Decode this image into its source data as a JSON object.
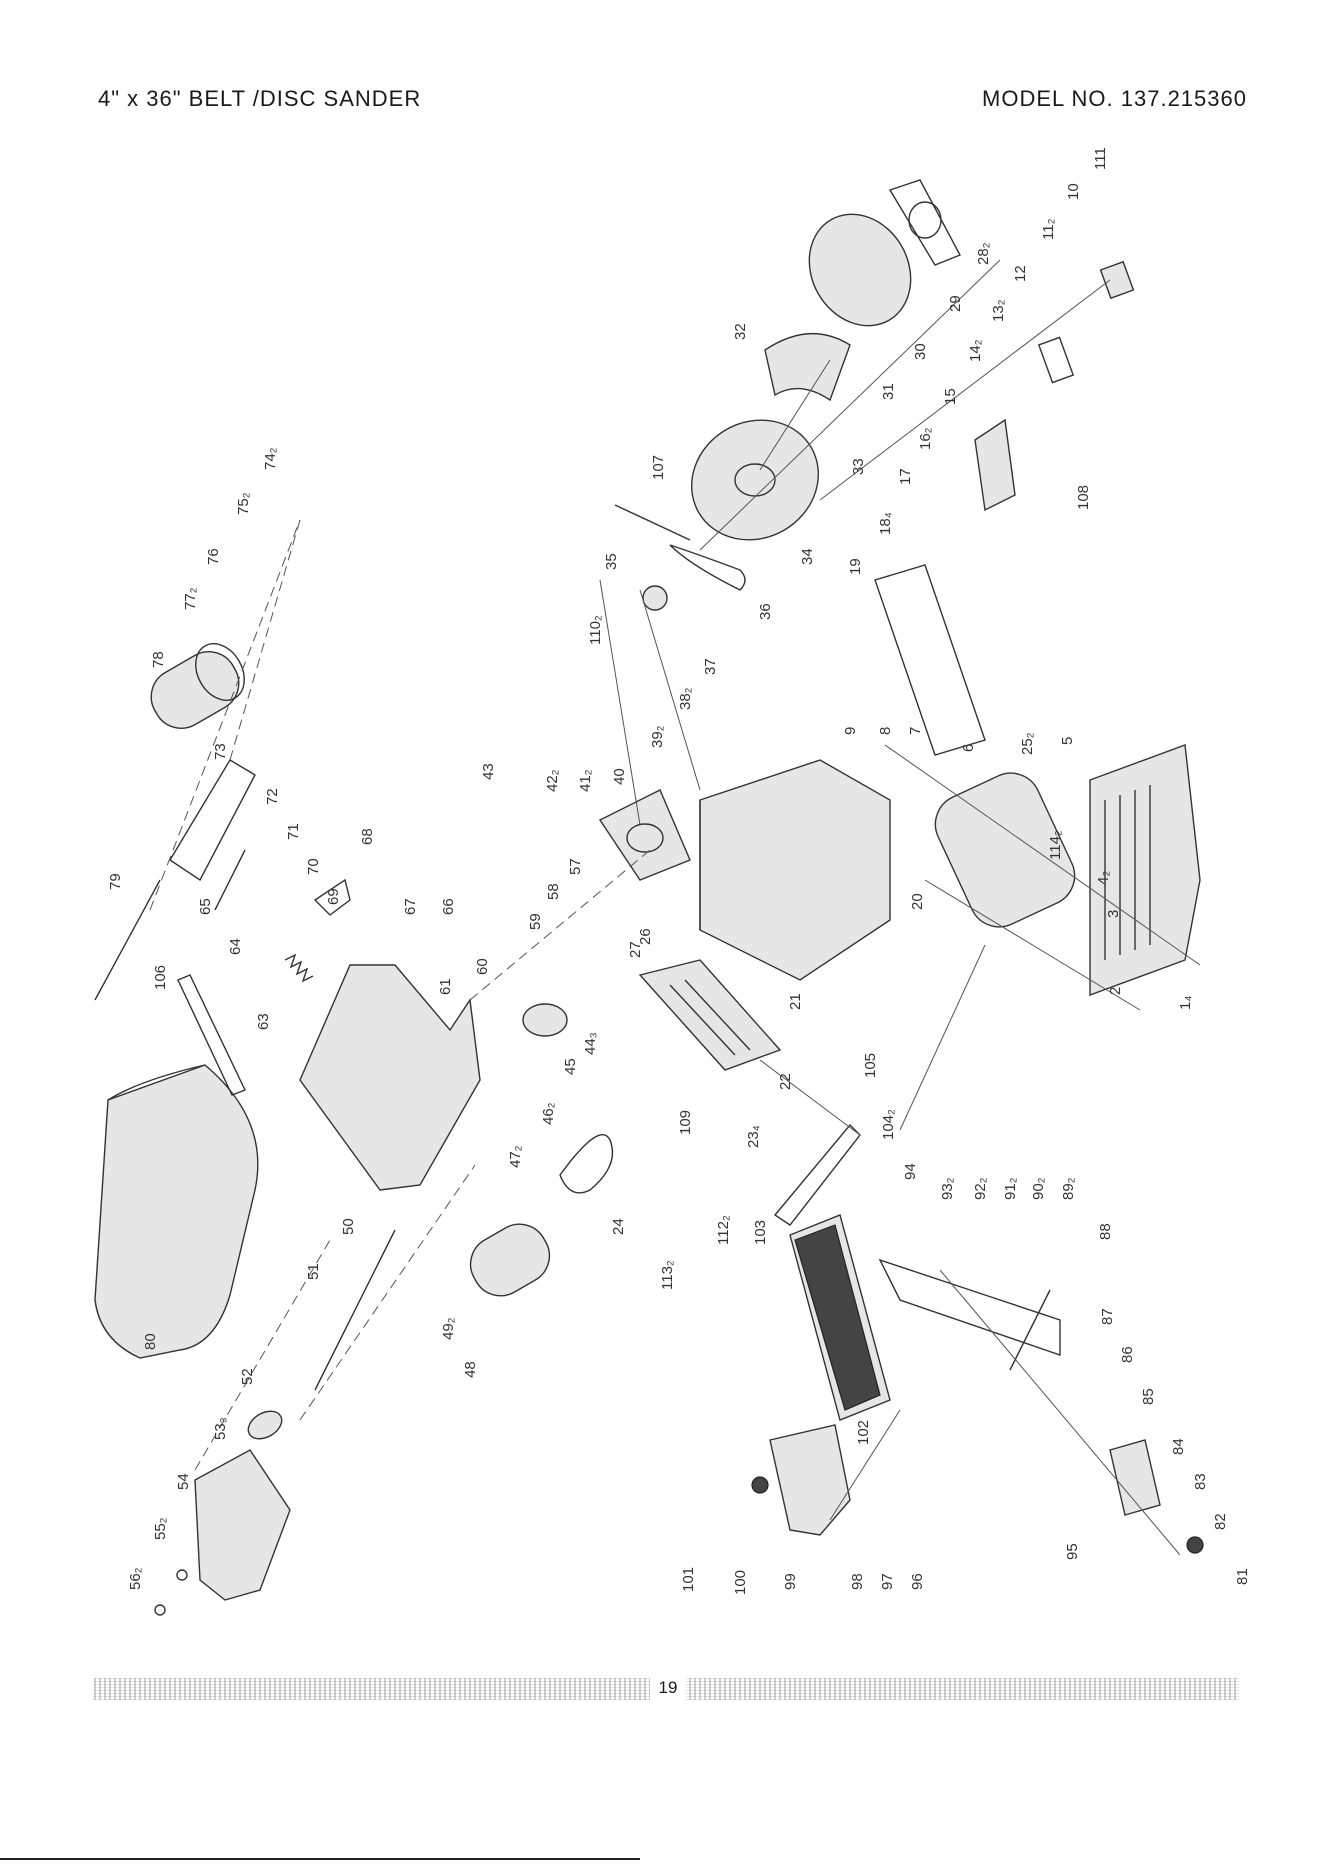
{
  "header": {
    "title": "4\" x 36\" BELT /DISC SANDER",
    "model": "MODEL NO. 137.215360"
  },
  "footer": {
    "page_number": "19"
  },
  "diagram": {
    "labels": [
      "1₄",
      "2",
      "3",
      "4₂",
      "5",
      "6",
      "7",
      "8",
      "9",
      "10",
      "11₂",
      "12",
      "13₂",
      "14₂",
      "15",
      "16₂",
      "17",
      "18₄",
      "19",
      "20",
      "21",
      "22",
      "23₄",
      "24",
      "25₂",
      "26",
      "27",
      "28₂",
      "29",
      "30",
      "31",
      "32",
      "33",
      "34",
      "35",
      "36",
      "37",
      "38₂",
      "39₂",
      "40",
      "41₂",
      "42₂",
      "43",
      "44₃",
      "45",
      "46₂",
      "47₂",
      "48",
      "49₂",
      "50",
      "51",
      "52",
      "53₃",
      "54",
      "55₂",
      "56₂",
      "57",
      "58",
      "59",
      "60",
      "61",
      "63",
      "64",
      "65",
      "66",
      "67",
      "68",
      "69",
      "70",
      "71",
      "72",
      "73",
      "74₂",
      "75₂",
      "76",
      "77₂",
      "78",
      "79",
      "80",
      "81",
      "82",
      "83",
      "84",
      "85",
      "86",
      "87",
      "88",
      "89₂",
      "90₂",
      "91₂",
      "92₂",
      "93₂",
      "94",
      "95",
      "96",
      "97",
      "98",
      "99",
      "100",
      "101",
      "102",
      "103",
      "104₂",
      "105",
      "106",
      "107",
      "108",
      "109",
      "110₂",
      "111",
      "112₂",
      "113₂",
      "114₂"
    ]
  }
}
